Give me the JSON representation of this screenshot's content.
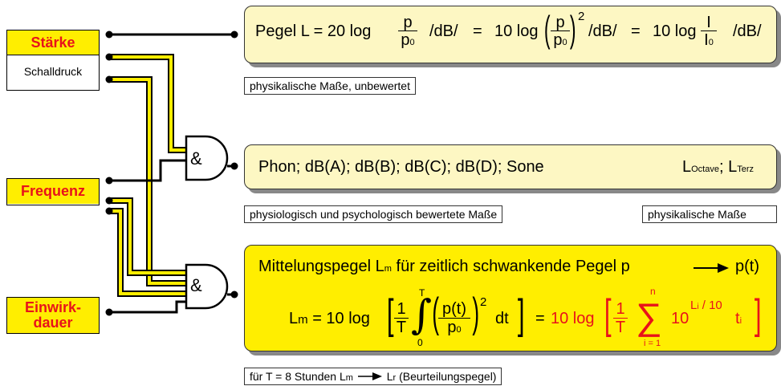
{
  "inputs": {
    "staerke": "Stärke",
    "schalldruck": "Schalldruck",
    "frequenz": "Frequenz",
    "einwirk_line1": "Einwirk-",
    "einwirk_line2": "dauer"
  },
  "gates": {
    "and_symbol": "&"
  },
  "panel1": {
    "pegel_lhs": "Pegel L = 20 log",
    "unit": "/dB/",
    "equals": "=",
    "ten_log": "10 log",
    "p": "p",
    "p0": "p",
    "zero": "0",
    "exp2": "2",
    "I": "I",
    "I0": "I",
    "note": "physikalische Maße, unbewertet"
  },
  "panel2": {
    "text": "Phon; dB(A); dB(B); dB(C); dB(D); Sone",
    "l_octave": "L",
    "octave_sub": "Octave",
    "sep": ";",
    "l_terz": "L",
    "terz_sub": "Terz",
    "note_left": "physiologisch und psychologisch bewertete Maße",
    "note_right": "physikalische Maße"
  },
  "panel3": {
    "title_a": "Mittelungspegel L",
    "title_sub": "m",
    "title_b": "für zeitlich schwankende Pegel p",
    "title_c": "p(t)",
    "lm": "L",
    "lm_sub": "m",
    "eq_lhs": "= 10 log",
    "one": "1",
    "T": "T",
    "int_upper": "T",
    "int_lower": "0",
    "pt": "p(t)",
    "p0": "p",
    "zero": "0",
    "exp2": "2",
    "dt": "dt",
    "equals": "=",
    "red_lhs": "10 log",
    "sum_upper": "n",
    "sum_lower": "i = 1",
    "ten": "10",
    "exp_L": "L",
    "exp_i": "i",
    "exp_rest": "/ 10",
    "t": "t",
    "t_sub": "i",
    "note_a": "für T = 8 Stunden  L",
    "note_sub_m": "m",
    "note_b": "L",
    "note_sub_r": "r",
    "note_c": "(Beurteilungspegel)"
  },
  "colors": {
    "panel1_fill": "#fdf7c3",
    "panel2_fill": "#fdf7c3",
    "panel3_fill": "#ffee00",
    "input_label_red": "#e8121a",
    "wire_yellow": "#ffee00"
  }
}
